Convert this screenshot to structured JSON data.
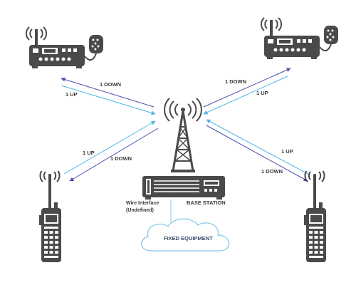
{
  "links": {
    "top_left": {
      "down": "1 DOWN",
      "up": "1 UP"
    },
    "top_right": {
      "down": "1 DOWN",
      "up": "1 UP"
    },
    "bottom_left": {
      "up": "1 UP",
      "down": "1 DOWN"
    },
    "bottom_right": {
      "up": "1 UP",
      "down": "1 DOWN"
    }
  },
  "base_station": {
    "label": "BASE STATION"
  },
  "wire_interface": {
    "line1": "Wire Interface",
    "line2": "(Undefined)"
  },
  "fixed_equipment": {
    "label": "FIXED EQUIPMENT"
  },
  "colors": {
    "downlink": "#4b4fa8",
    "uplink": "#4fb6e6",
    "device": "#4a4a4c",
    "cloud_stroke": "#7fc4ea"
  },
  "icons": [
    "mobile-radio-icon",
    "portable-radio-icon",
    "antenna-tower-icon",
    "base-station-icon",
    "cloud-icon"
  ]
}
